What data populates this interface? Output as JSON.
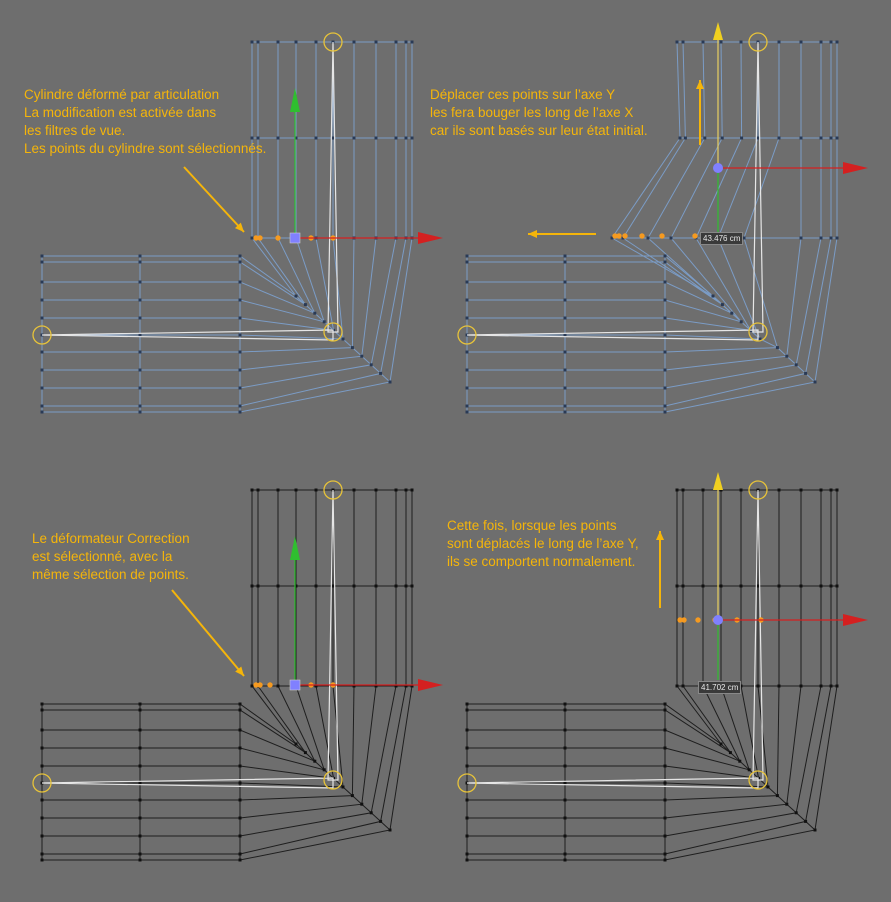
{
  "colors": {
    "background": "#6e6e6e",
    "annotation": "#f5b50a",
    "mesh_deformed": "#7b9cc6",
    "mesh_plain": "#1e1e1e",
    "bone": "#e6e6e6",
    "axis_x": "#d42020",
    "axis_y": "#2fbf2f",
    "handle": "#8080ff",
    "point_selected": "#f59a20"
  },
  "panels": [
    {
      "id": "top-left",
      "mesh_style": "deformed",
      "note_lines": [
        "Cylindre déformé par articulation",
        "La modification est activée dans",
        "les filtres de vue.",
        "Les points du cylindre sont sélectionnés."
      ]
    },
    {
      "id": "top-right",
      "mesh_style": "deformed",
      "note_lines": [
        "Déplacer ces points sur l’axe Y",
        "les fera bouger les long de l’axe X",
        "car ils sont basés sur leur état initial."
      ],
      "measure": "43.476 cm"
    },
    {
      "id": "bottom-left",
      "mesh_style": "plain",
      "note_lines": [
        "Le déformateur Correction",
        "est sélectionné, avec la",
        "même sélection de points."
      ]
    },
    {
      "id": "bottom-right",
      "mesh_style": "plain",
      "note_lines": [
        "Cette fois, lorsque les points",
        "sont déplacés le long de l’axe Y,",
        "ils se comportent normalement."
      ],
      "measure": "41.702 cm"
    }
  ]
}
